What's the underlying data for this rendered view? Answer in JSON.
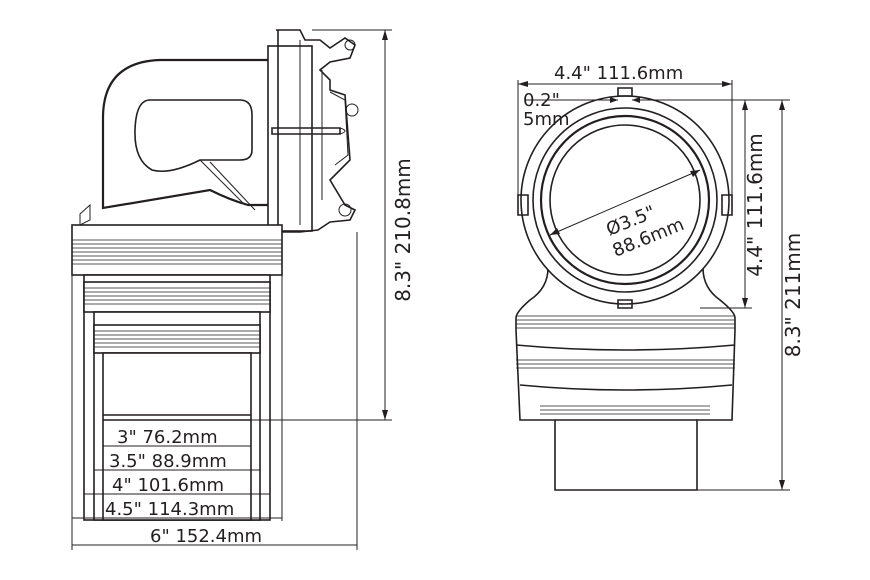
{
  "side_view": {
    "height_label": "8.3\"  210.8mm",
    "widths": [
      {
        "label": "3\"  76.2mm"
      },
      {
        "label": "3.5\"  88.9mm"
      },
      {
        "label": "4\"  101.6mm"
      },
      {
        "label": "4.5\"  114.3mm"
      },
      {
        "label": "6\"  152.4mm"
      }
    ]
  },
  "front_view": {
    "width_label": "4.4\"  111.6mm",
    "small_label_line1": "0.2\"",
    "small_label_line2": "5mm",
    "bore_label_line1": "Ø3.5\"",
    "bore_label_line2": "88.6mm",
    "inner_height_label": "4.4\"  111.6mm",
    "height_label": "8.3\"  211mm"
  }
}
